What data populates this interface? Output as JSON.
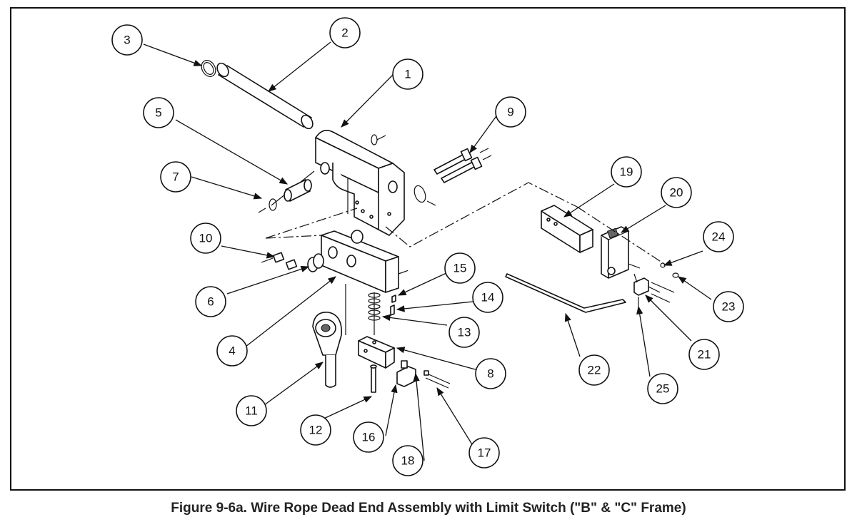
{
  "figure": {
    "caption": "Figure 9-6a. Wire Rope Dead End Assembly with Limit Switch (\"B\" & \"C\" Frame)"
  },
  "callouts": [
    {
      "id": "callout-1",
      "label": "1"
    },
    {
      "id": "callout-2",
      "label": "2"
    },
    {
      "id": "callout-3",
      "label": "3"
    },
    {
      "id": "callout-4",
      "label": "4"
    },
    {
      "id": "callout-5",
      "label": "5"
    },
    {
      "id": "callout-6",
      "label": "6"
    },
    {
      "id": "callout-7",
      "label": "7"
    },
    {
      "id": "callout-8",
      "label": "8"
    },
    {
      "id": "callout-9",
      "label": "9"
    },
    {
      "id": "callout-10",
      "label": "10"
    },
    {
      "id": "callout-11",
      "label": "11"
    },
    {
      "id": "callout-12",
      "label": "12"
    },
    {
      "id": "callout-13",
      "label": "13"
    },
    {
      "id": "callout-14",
      "label": "14"
    },
    {
      "id": "callout-15",
      "label": "15"
    },
    {
      "id": "callout-16",
      "label": "16"
    },
    {
      "id": "callout-17",
      "label": "17"
    },
    {
      "id": "callout-18",
      "label": "18"
    },
    {
      "id": "callout-19",
      "label": "19"
    },
    {
      "id": "callout-20",
      "label": "20"
    },
    {
      "id": "callout-21",
      "label": "21"
    },
    {
      "id": "callout-22",
      "label": "22"
    },
    {
      "id": "callout-23",
      "label": "23"
    },
    {
      "id": "callout-24",
      "label": "24"
    },
    {
      "id": "callout-25",
      "label": "25"
    }
  ]
}
